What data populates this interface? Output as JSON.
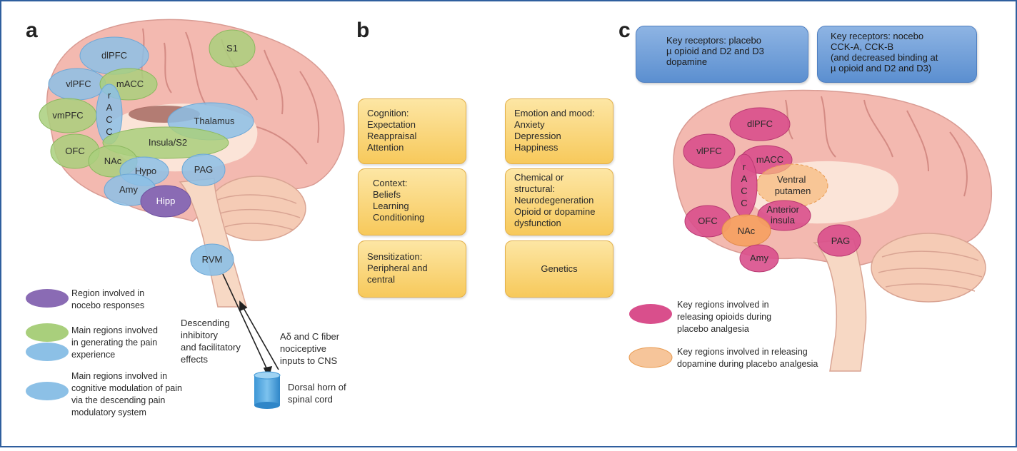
{
  "panels": {
    "a": "a",
    "b": "b",
    "c": "c"
  },
  "panel_a": {
    "regions": {
      "dlpfc": "dlPFC",
      "vlpfc": "vlPFC",
      "macc": "mACC",
      "racc_r": "r",
      "racc_a": "A",
      "racc_c1": "C",
      "racc_c2": "C",
      "vmpfc": "vmPFC",
      "thalamus": "Thalamus",
      "insula": "Insula/S2",
      "ofc": "OFC",
      "nac": "NAc",
      "hypo": "Hypo",
      "pag": "PAG",
      "amy": "Amy",
      "hipp": "Hipp",
      "s1": "S1",
      "rvm": "RVM"
    },
    "descending": [
      "Descending",
      "inhibitory",
      "and facilitatory",
      "effects"
    ],
    "fiber": [
      "Aδ and C fiber",
      "nociceptive",
      "inputs to CNS"
    ],
    "dorsal_horn": [
      "Dorsal horn of",
      "spinal cord"
    ],
    "legend": {
      "nocebo": [
        "Region involved in",
        "nocebo responses"
      ],
      "generating": [
        "Main regions involved",
        "in generating the pain",
        "experience"
      ],
      "cognitive": [
        "Main regions involved in",
        "cognitive modulation of pain",
        "via the descending pain",
        "modulatory system"
      ]
    }
  },
  "panel_b": {
    "cognition": [
      "Cognition:",
      "Expectation",
      "Reappraisal",
      "Attention"
    ],
    "emotion": [
      "Emotion and mood:",
      "Anxiety",
      "Depression",
      "Happiness"
    ],
    "context": [
      "Context:",
      "Beliefs",
      "Learning",
      "Conditioning"
    ],
    "chemical": [
      "Chemical or",
      "structural:",
      "Neurodegeneration",
      "Opioid or dopamine",
      "dysfunction"
    ],
    "sensitization": [
      "Sensitization:",
      "Peripheral and",
      "central"
    ],
    "genetics": [
      "Genetics"
    ]
  },
  "panel_c": {
    "placebo_box": [
      "Key receptors: placebo",
      "µ opioid and D2 and D3",
      "dopamine"
    ],
    "nocebo_box": [
      "Key receptors: nocebo",
      "CCK-A, CCK-B",
      "(and decreased binding at",
      "µ opioid and D2 and D3)"
    ],
    "regions": {
      "dlpfc": "dlPFC",
      "vlpfc": "vlPFC",
      "macc": "mACC",
      "racc_r": "r",
      "racc_a": "A",
      "racc_c1": "C",
      "racc_c2": "C",
      "ventral_putamen": [
        "Ventral",
        "putamen"
      ],
      "anterior_insula": [
        "Anterior",
        "insula"
      ],
      "ofc": "OFC",
      "nac": "NAc",
      "pag": "PAG",
      "amy": "Amy"
    },
    "legend": {
      "opioids": [
        "Key regions involved in",
        "releasing opioids during",
        "placebo analgesia"
      ],
      "dopamine": [
        "Key regions involved in releasing",
        "dopamine during placebo analgesia"
      ]
    }
  },
  "colors": {
    "frame": "#2f5f9e",
    "green": "#a9cf7c",
    "blue": "#8cc0e6",
    "purple": "#8a6bb4",
    "magenta": "#d94f8c",
    "orange": "#f6b97a",
    "gold": "#f7c95b",
    "brain": "#f3b9b0"
  }
}
